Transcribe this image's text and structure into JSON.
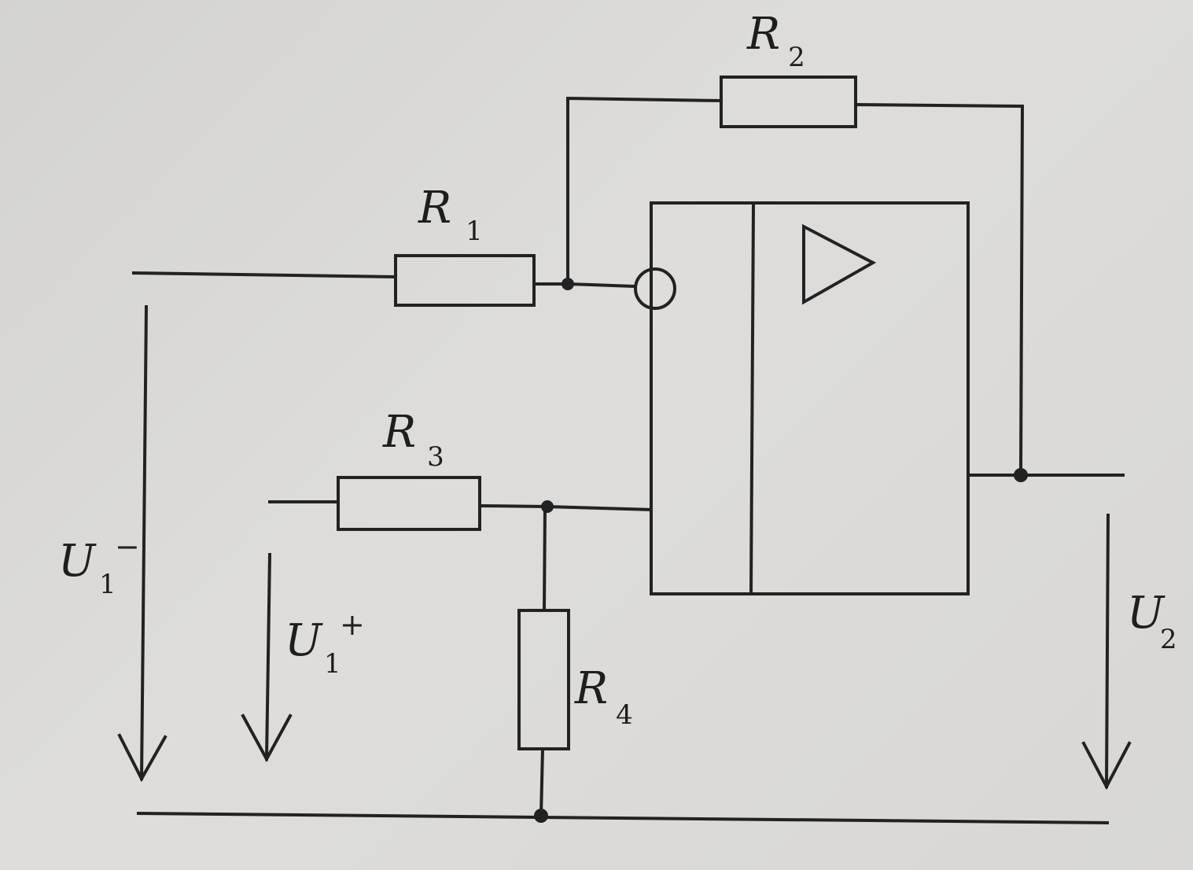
{
  "labels": {
    "r1": {
      "main": "R",
      "sub": "1"
    },
    "r2": {
      "main": "R",
      "sub": "2"
    },
    "r3": {
      "main": "R",
      "sub": "3"
    },
    "r4": {
      "main": "R",
      "sub": "4"
    },
    "u1_minus": {
      "main": "U",
      "sub": "1",
      "sup": "−"
    },
    "u1_plus": {
      "main": "U",
      "sub": "1",
      "sup": "+"
    },
    "u2": {
      "main": "U",
      "sub": "2"
    }
  },
  "opamp_symbol": "▷",
  "colors": {
    "ink": "#222222",
    "paper": "#d9d8d4"
  }
}
